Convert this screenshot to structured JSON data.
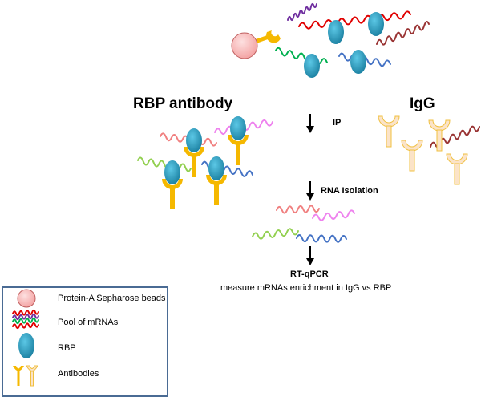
{
  "labels": {
    "rbp_antibody": "RBP antibody",
    "igg": "IgG",
    "step_ip": "IP",
    "step_rna_isolation": "RNA Isolation",
    "step_rtqpcr": "RT-qPCR",
    "rtqpcr_description": "measure mRNAs enrichment in IgG vs RBP"
  },
  "legend": {
    "items": [
      {
        "icon": "bead-icon",
        "label": "Protein-A Sepharose beads"
      },
      {
        "icon": "mrna-pool-icon",
        "label": "Pool of mRNAs"
      },
      {
        "icon": "rbp-icon",
        "label": "RBP"
      },
      {
        "icon": "antibodies-icon",
        "label": "Antibodies"
      }
    ]
  },
  "colors": {
    "rbp": "#2aa3c4",
    "antibody": "#f5b800",
    "igg": "#fbe3c8",
    "bead": "#f7b8b8"
  }
}
